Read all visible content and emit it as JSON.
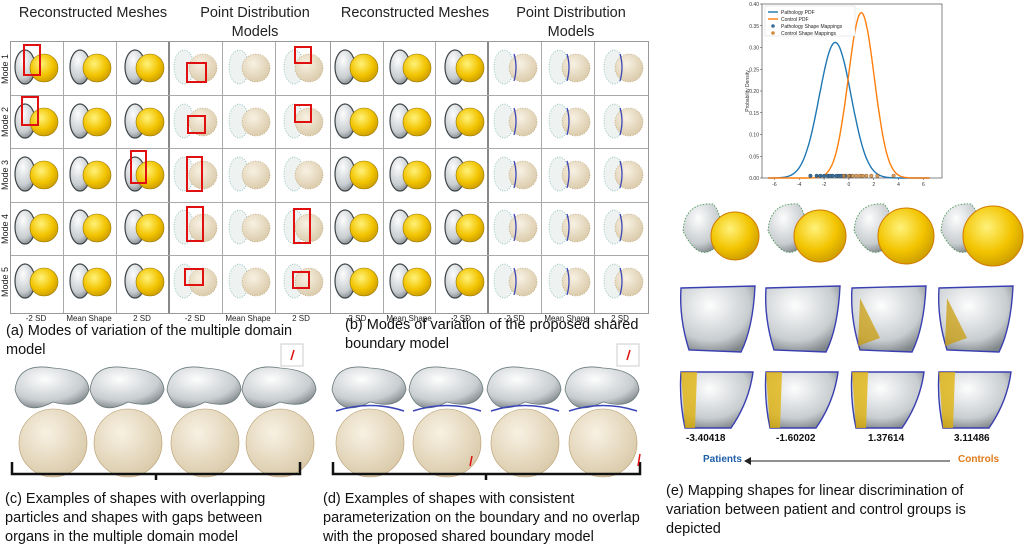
{
  "panel_a": {
    "heading_left": "Reconstructed Meshes",
    "heading_right": "Point Distribution Models",
    "modes": [
      "Mode 1",
      "Mode 2",
      "Mode 3",
      "Mode 4",
      "Mode 5"
    ],
    "col_labels": [
      "-2 SD",
      "Mean Shape",
      "2 SD",
      "-2 SD",
      "Mean Shape",
      "2 SD"
    ],
    "caption": "(a) Modes of variation of the multiple domain model"
  },
  "panel_b": {
    "heading_left": "Reconstructed Meshes",
    "heading_right": "Point Distribution Models",
    "col_labels": [
      "-2 SD",
      "Mean Shape",
      "2 SD",
      "-2 SD",
      "Mean Shape",
      "2 SD"
    ],
    "caption": "(b) Modes of variation of the proposed shared boundary model"
  },
  "panel_c": {
    "caption": "(c) Examples of shapes with overlapping particles and shapes with gaps between organs in the multiple domain model"
  },
  "panel_d": {
    "caption": "(d) Examples of shapes with consistent parameterization on the boundary and no overlap with the proposed shared boundary model"
  },
  "panel_e": {
    "values": [
      "-3.40418",
      "-1.60202",
      "1.37614",
      "3.11486"
    ],
    "left_label": "Patients",
    "right_label": "Controls",
    "caption": "(e) Mapping shapes for linear discrimination of variation between patient and control groups is depicted"
  },
  "chart_data": {
    "type": "line",
    "ylabel": "Probability Density",
    "ylim": [
      0,
      0.4
    ],
    "xlim": [
      -7,
      7.5
    ],
    "xticks": [
      -6,
      -4,
      -2,
      0,
      2,
      4,
      6
    ],
    "yticks": [
      0.0,
      0.05,
      0.1,
      0.15,
      0.2,
      0.25,
      0.3,
      0.35,
      0.4
    ],
    "legend": [
      "Pathology PDF",
      "Control PDF",
      "Pathology Shape Mappings",
      "Control Shape Mappings"
    ],
    "series": [
      {
        "name": "Pathology PDF",
        "color": "#1f77b4",
        "mean": -1.1,
        "sd": 1.28
      },
      {
        "name": "Control PDF",
        "color": "#ff7f0e",
        "mean": 1.0,
        "sd": 1.05
      }
    ],
    "pathology_points": [
      -3.1,
      -2.6,
      -2.3,
      -2.0,
      -1.7,
      -1.5,
      -1.3,
      -1.0,
      -0.8,
      -0.6,
      -0.3,
      0.1
    ],
    "control_points": [
      -0.4,
      0.0,
      0.3,
      0.6,
      0.9,
      1.1,
      1.4,
      1.8,
      2.3,
      3.6
    ]
  }
}
